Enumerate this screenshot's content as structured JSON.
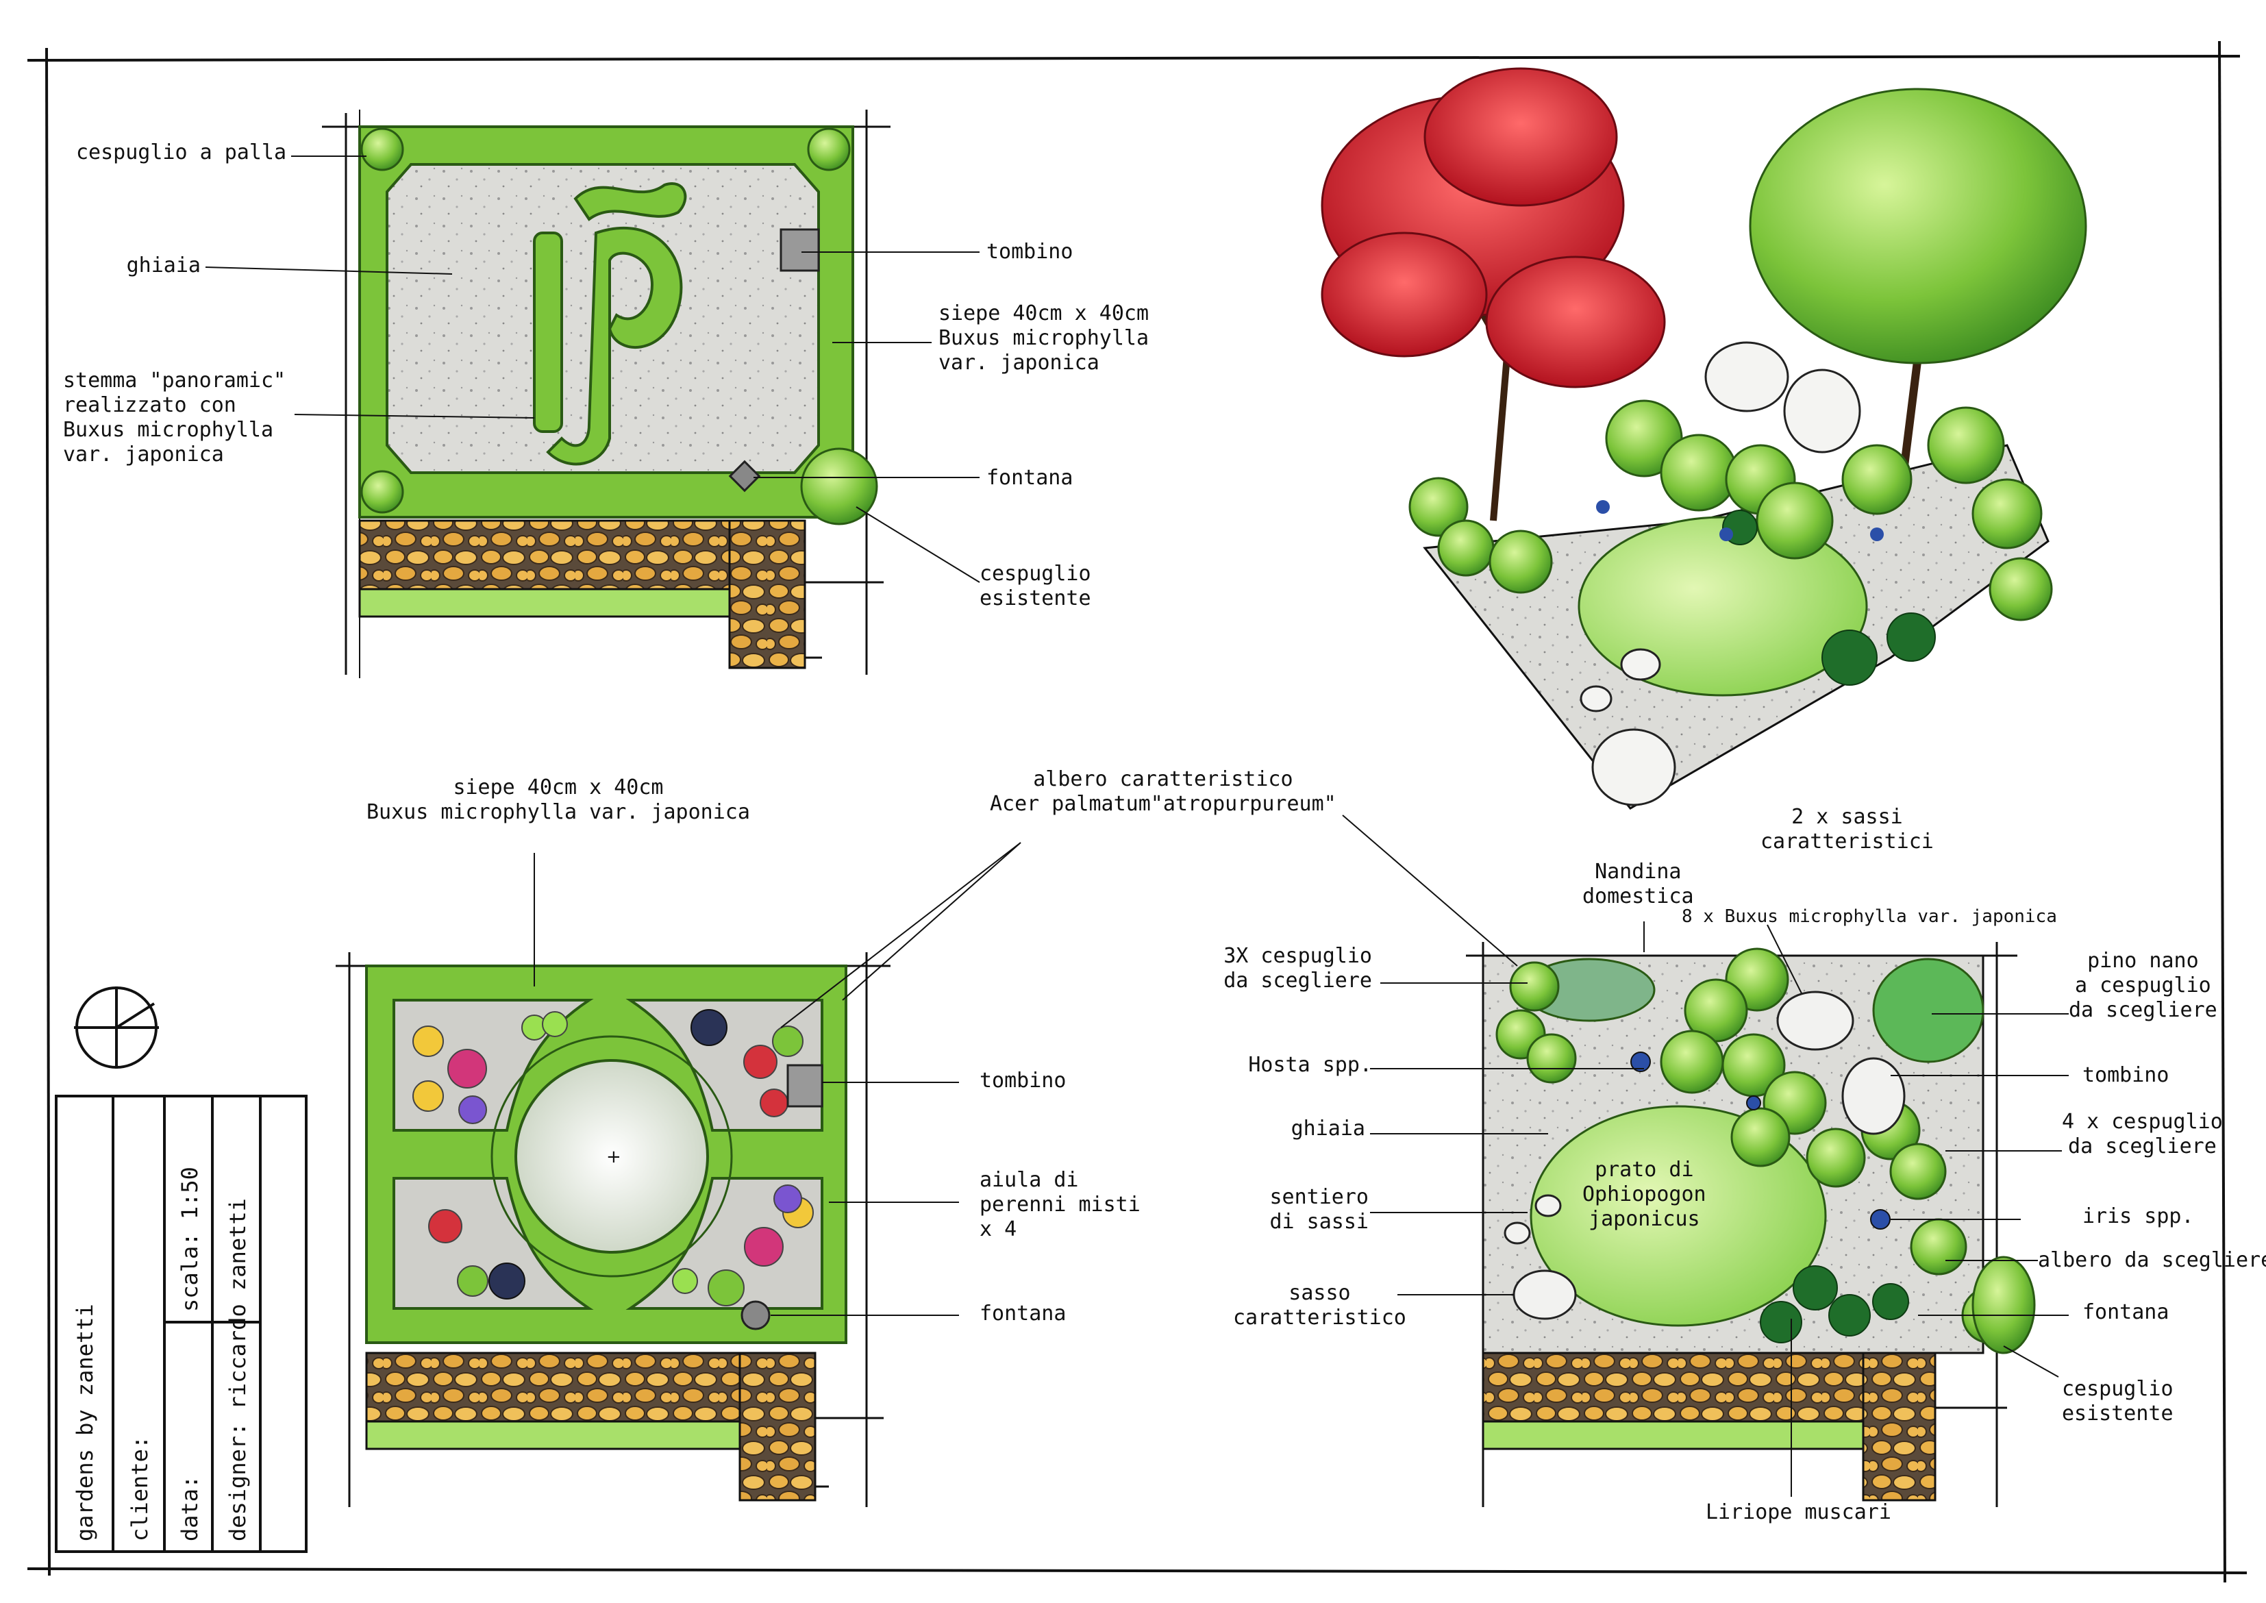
{
  "title_block": {
    "company": "gardens by zanetti",
    "client": "cliente:",
    "date": "data:",
    "scale": "scala: 1:50",
    "designer": "designer: riccardo zanetti"
  },
  "plan1": {
    "cespuglio_palla": "cespuglio a palla",
    "ghiaia": "ghiaia",
    "stemma": "stemma \"panoramic\"\nrealizzato con\nBuxus microphylla\nvar. japonica",
    "tombino": "tombino",
    "siepe": "siepe 40cm x 40cm\nBuxus microphylla\nvar. japonica",
    "fontana": "fontana",
    "cespuglio_esistente": "cespuglio\nesistente"
  },
  "plan2": {
    "siepe": "siepe 40cm x 40cm\nBuxus microphylla var. japonica",
    "albero": "albero caratteristico\nAcer palmatum\"atropurpureum\"",
    "tombino": "tombino",
    "aiula": "aiula di\nperenni misti\nx 4",
    "fontana": "fontana"
  },
  "plan3": {
    "nandina": "Nandina\ndomestica",
    "sassi": "2 x sassi\ncaratteristici",
    "buxus": "8 x Buxus microphylla var. japonica",
    "cespuglio3": "3X cespuglio\nda scegliere",
    "hosta": "Hosta spp.",
    "ghiaia": "ghiaia",
    "sentiero": "sentiero\ndi sassi",
    "sasso": "sasso\ncaratteristico",
    "prato": "prato di\nOphiopogon\njaponicus",
    "pino": "pino nano\na cespuglio\nda scegliere",
    "tombino": "tombino",
    "cespuglio4": "4 x cespuglio\nda scegliere",
    "iris": "iris spp.",
    "albero": "albero da scegliere",
    "fontana": "fontana",
    "cespuglio_esistente": "cespuglio\nesistente",
    "liriope": "Liriope muscari"
  },
  "colors": {
    "hedge": "#7cc43a",
    "hedge_dark": "#3f8f22",
    "gravel": "#dcdcd8",
    "paving": "#e8b44a",
    "lawn": "#a8e06a",
    "maple": "#d21f2f",
    "tree": "#6cc037"
  }
}
